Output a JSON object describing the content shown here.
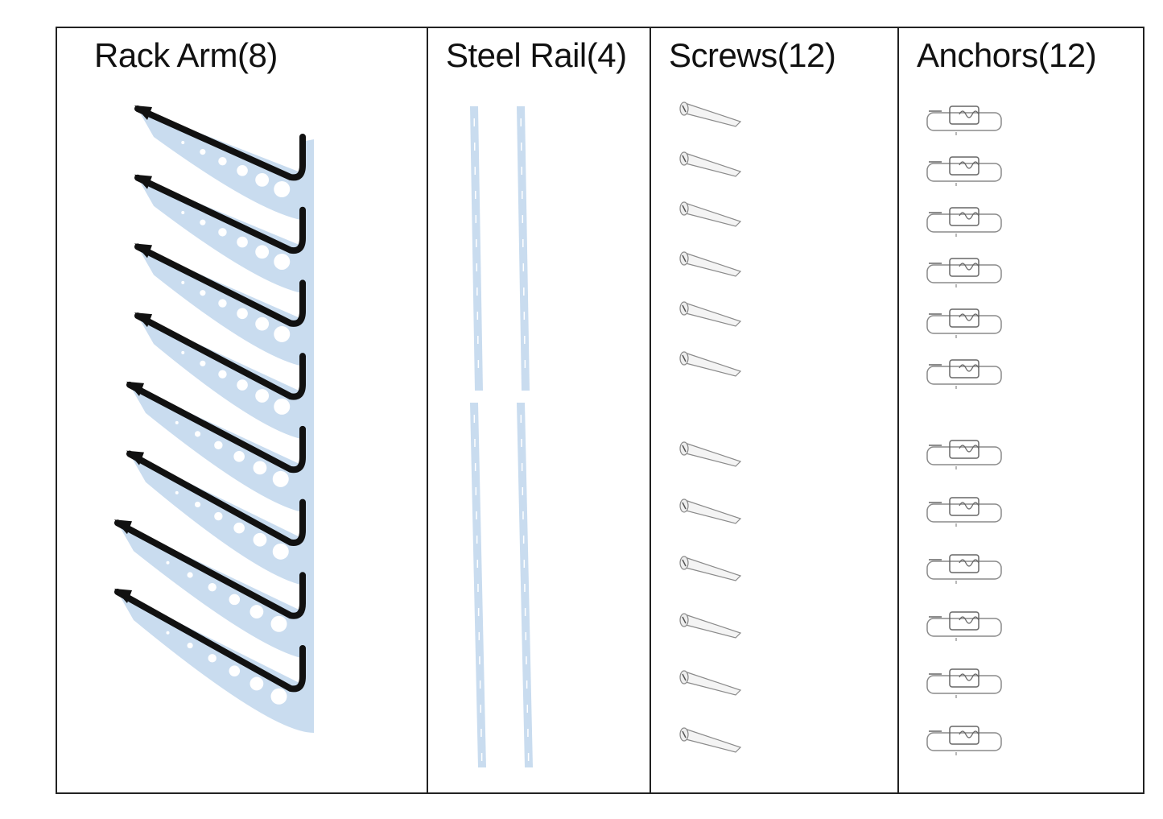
{
  "columns": [
    {
      "name": "Rack Arm",
      "quantity": 8,
      "label": "Rack Arm(8)",
      "icon": "rack-arm-icon"
    },
    {
      "name": "Steel Rail",
      "quantity": 4,
      "label": "Steel Rail(4)",
      "icon": "steel-rail-icon"
    },
    {
      "name": "Screws",
      "quantity": 12,
      "label": "Screws(12)",
      "icon": "screw-icon"
    },
    {
      "name": "Anchors",
      "quantity": 12,
      "label": "Anchors(12)",
      "icon": "anchor-icon"
    }
  ],
  "colors": {
    "metal": "#c9dcef",
    "rubber": "#111111",
    "border": "#222222",
    "hardware_outline": "#8a8a8a"
  }
}
